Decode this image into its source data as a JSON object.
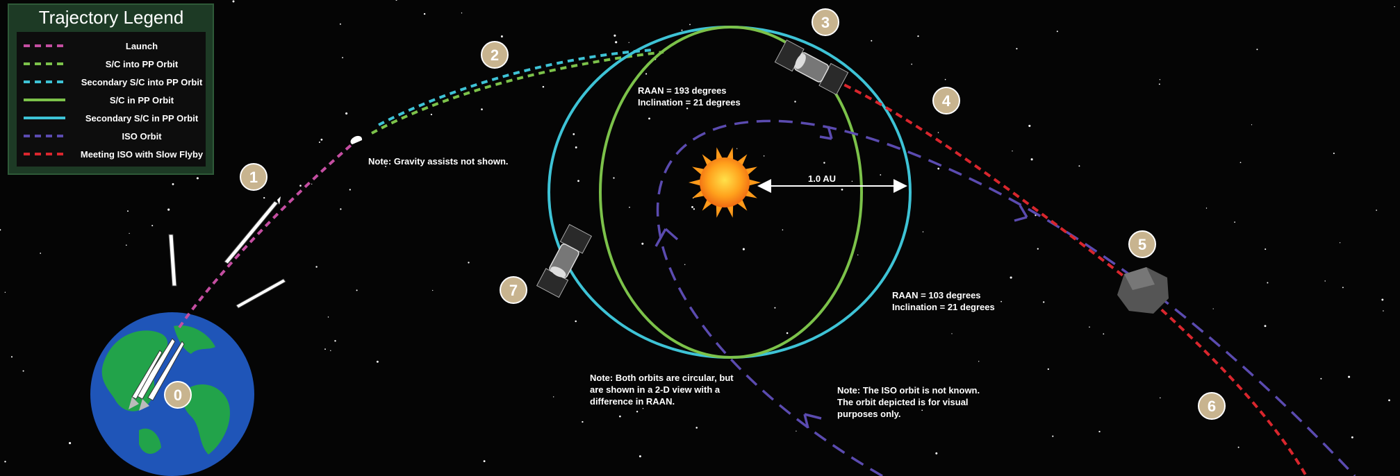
{
  "legend": {
    "title": "Trajectory Legend",
    "items": [
      {
        "label": "Launch",
        "color": "#c44ea1",
        "style": "dashed"
      },
      {
        "label": "S/C into PP Orbit",
        "color": "#7cc24a",
        "style": "dashed"
      },
      {
        "label": "Secondary S/C into PP Orbit",
        "color": "#3ec3d6",
        "style": "dashed"
      },
      {
        "label": "S/C in PP Orbit",
        "color": "#7cc24a",
        "style": "solid"
      },
      {
        "label": "Secondary S/C in PP Orbit",
        "color": "#3ec3d6",
        "style": "solid"
      },
      {
        "label": "ISO Orbit",
        "color": "#5b4bb0",
        "style": "dashed"
      },
      {
        "label": "Meeting ISO with Slow Flyby",
        "color": "#d9262d",
        "style": "dashed"
      }
    ]
  },
  "steps": [
    "0",
    "1",
    "2",
    "3",
    "4",
    "5",
    "6",
    "7"
  ],
  "annotations": {
    "gravity_note": "Note: Gravity assists not shown.",
    "raan_193": [
      "RAAN = 193 degrees",
      "Inclination = 21 degrees"
    ],
    "raan_103": [
      "RAAN = 103 degrees",
      "Inclination = 21 degrees"
    ],
    "distance": "1.0 AU",
    "circular_note": [
      "Note: Both orbits are circular, but",
      "are shown in a 2-D view with a",
      "difference in RAAN."
    ],
    "iso_note": [
      "Note: The ISO orbit is not known.",
      "The orbit depicted is for visual",
      "purposes only."
    ]
  },
  "colors": {
    "background": "#050505",
    "launch": "#c44ea1",
    "green": "#7cc24a",
    "cyan": "#3ec3d6",
    "iso": "#5b4bb0",
    "red": "#d9262d",
    "badge": "#c8b48f",
    "legend_bg": "#1d3a25"
  }
}
